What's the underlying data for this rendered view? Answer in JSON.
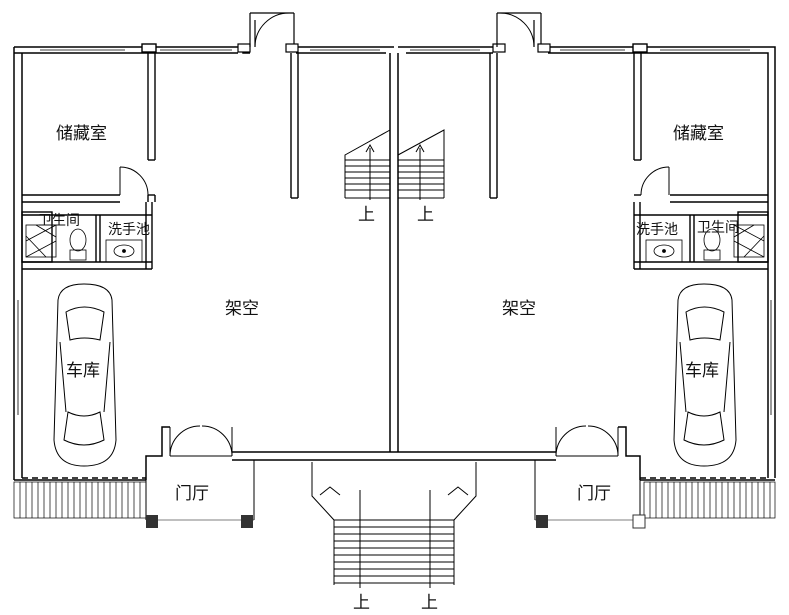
{
  "plan": {
    "labels": {
      "storage_left": "储藏室",
      "storage_right": "储藏室",
      "bathroom_left": "卫生间",
      "bathroom_right": "卫生间",
      "washbasin_left": "洗手池",
      "washbasin_right": "洗手池",
      "open_space_left": "架空",
      "open_space_right": "架空",
      "garage_left": "车库",
      "garage_right": "车库",
      "foyer_left": "门厅",
      "foyer_right": "门厅",
      "stair_up_inner_left": "上",
      "stair_up_inner_right": "上",
      "stair_up_entry_left": "上",
      "stair_up_entry_right": "上"
    },
    "colors": {
      "line": "#000000",
      "wall_fill": "#ffffff",
      "column": "#333333"
    }
  }
}
